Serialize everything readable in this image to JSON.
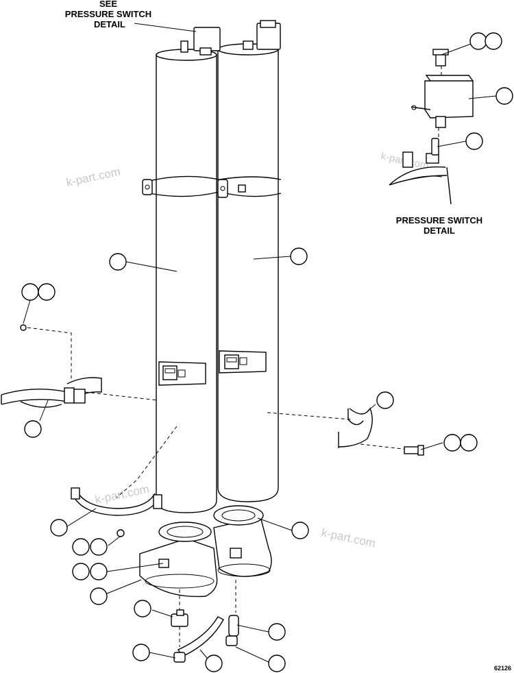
{
  "labels": {
    "see_line1": "SEE",
    "see_line2": "PRESSURE SWITCH",
    "see_line3": "DETAIL",
    "detail_line1": "PRESSURE SWITCH",
    "detail_line2": "DETAIL",
    "drawing_number": "62126"
  },
  "watermarks": [
    "k-part.com",
    "k-part.com",
    "k-part.com",
    "k-part.com"
  ],
  "colors": {
    "ink": "#000000",
    "paper": "#ffffff",
    "watermark": "#c8c8c8"
  }
}
